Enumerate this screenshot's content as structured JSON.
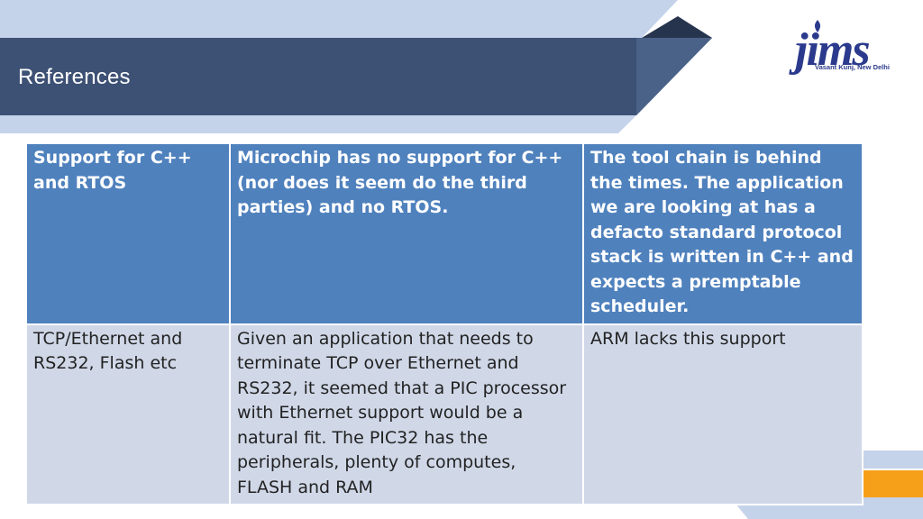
{
  "header": {
    "title": "References"
  },
  "logo": {
    "mark": "jims",
    "subtitle": "Vasant Kunj, New Delhi"
  },
  "colors": {
    "header_band": "#3d5175",
    "header_top_band": "#c5d3ea",
    "table_header_bg": "#4f81bd",
    "table_body_bg": "#d0d8e8",
    "accent_orange": "#f6a01a",
    "logo_blue": "#2b3a8c"
  },
  "table": {
    "rows": [
      {
        "cells": [
          "Support for C++ and RTOS",
          "Microchip has no support for C++ (nor does it seem do the third parties) and no RTOS.",
          "The tool chain is behind the times. The application we are looking at has a defacto standard protocol stack is written in C++ and expects a premptable scheduler."
        ]
      },
      {
        "cells": [
          "TCP/Ethernet and RS232, Flash etc",
          "Given an application that needs to terminate TCP over Ethernet and RS232, it seemed that a PIC processor with Ethernet support would be a natural fit.  The PIC32 has the peripherals, plenty of computes, FLASH and RAM",
          "ARM lacks this support"
        ]
      }
    ]
  }
}
